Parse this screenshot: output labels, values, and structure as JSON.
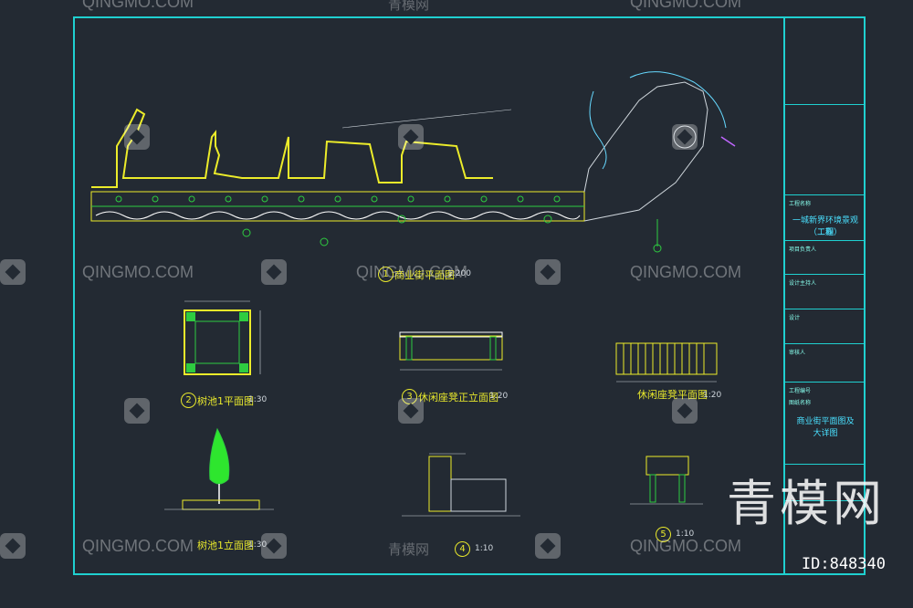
{
  "title_block": {
    "project_label": "工程名称",
    "project_name_1": "一城新界环境景观工程",
    "project_name_2": "（二期）",
    "manager_label": "项目负责人",
    "chief_label": "设计主持人",
    "design_label": "设计",
    "check_label": "审核人",
    "drawing_no_label": "工程编号",
    "drawing_title_label": "图纸名称",
    "drawing_title_1": "商业街平面图及",
    "drawing_title_2": "大详图"
  },
  "views": [
    {
      "num": "1",
      "title": "商业街平面图",
      "scale": "1:200"
    },
    {
      "num": "2",
      "title": "树池1平面图",
      "scale": "1:30"
    },
    {
      "num": "3",
      "title": "休闲座凳正立面图",
      "scale": "1:20"
    },
    {
      "num": "",
      "title": "休闲座凳平面图",
      "scale": "1:20"
    },
    {
      "num": "",
      "title": "树池1立面图",
      "scale": "1:30"
    },
    {
      "num": "4",
      "title": "",
      "scale": "1:10"
    },
    {
      "num": "5",
      "title": "",
      "scale": "1:10"
    }
  ],
  "watermark": {
    "text": "QINGMO.COM",
    "text_cn": "青模网",
    "brand": "青模网",
    "id_label": "ID:848340"
  },
  "colors": {
    "frame": "#1fd0d0",
    "accent_yellow": "#e8e82c",
    "background": "#232a33"
  }
}
